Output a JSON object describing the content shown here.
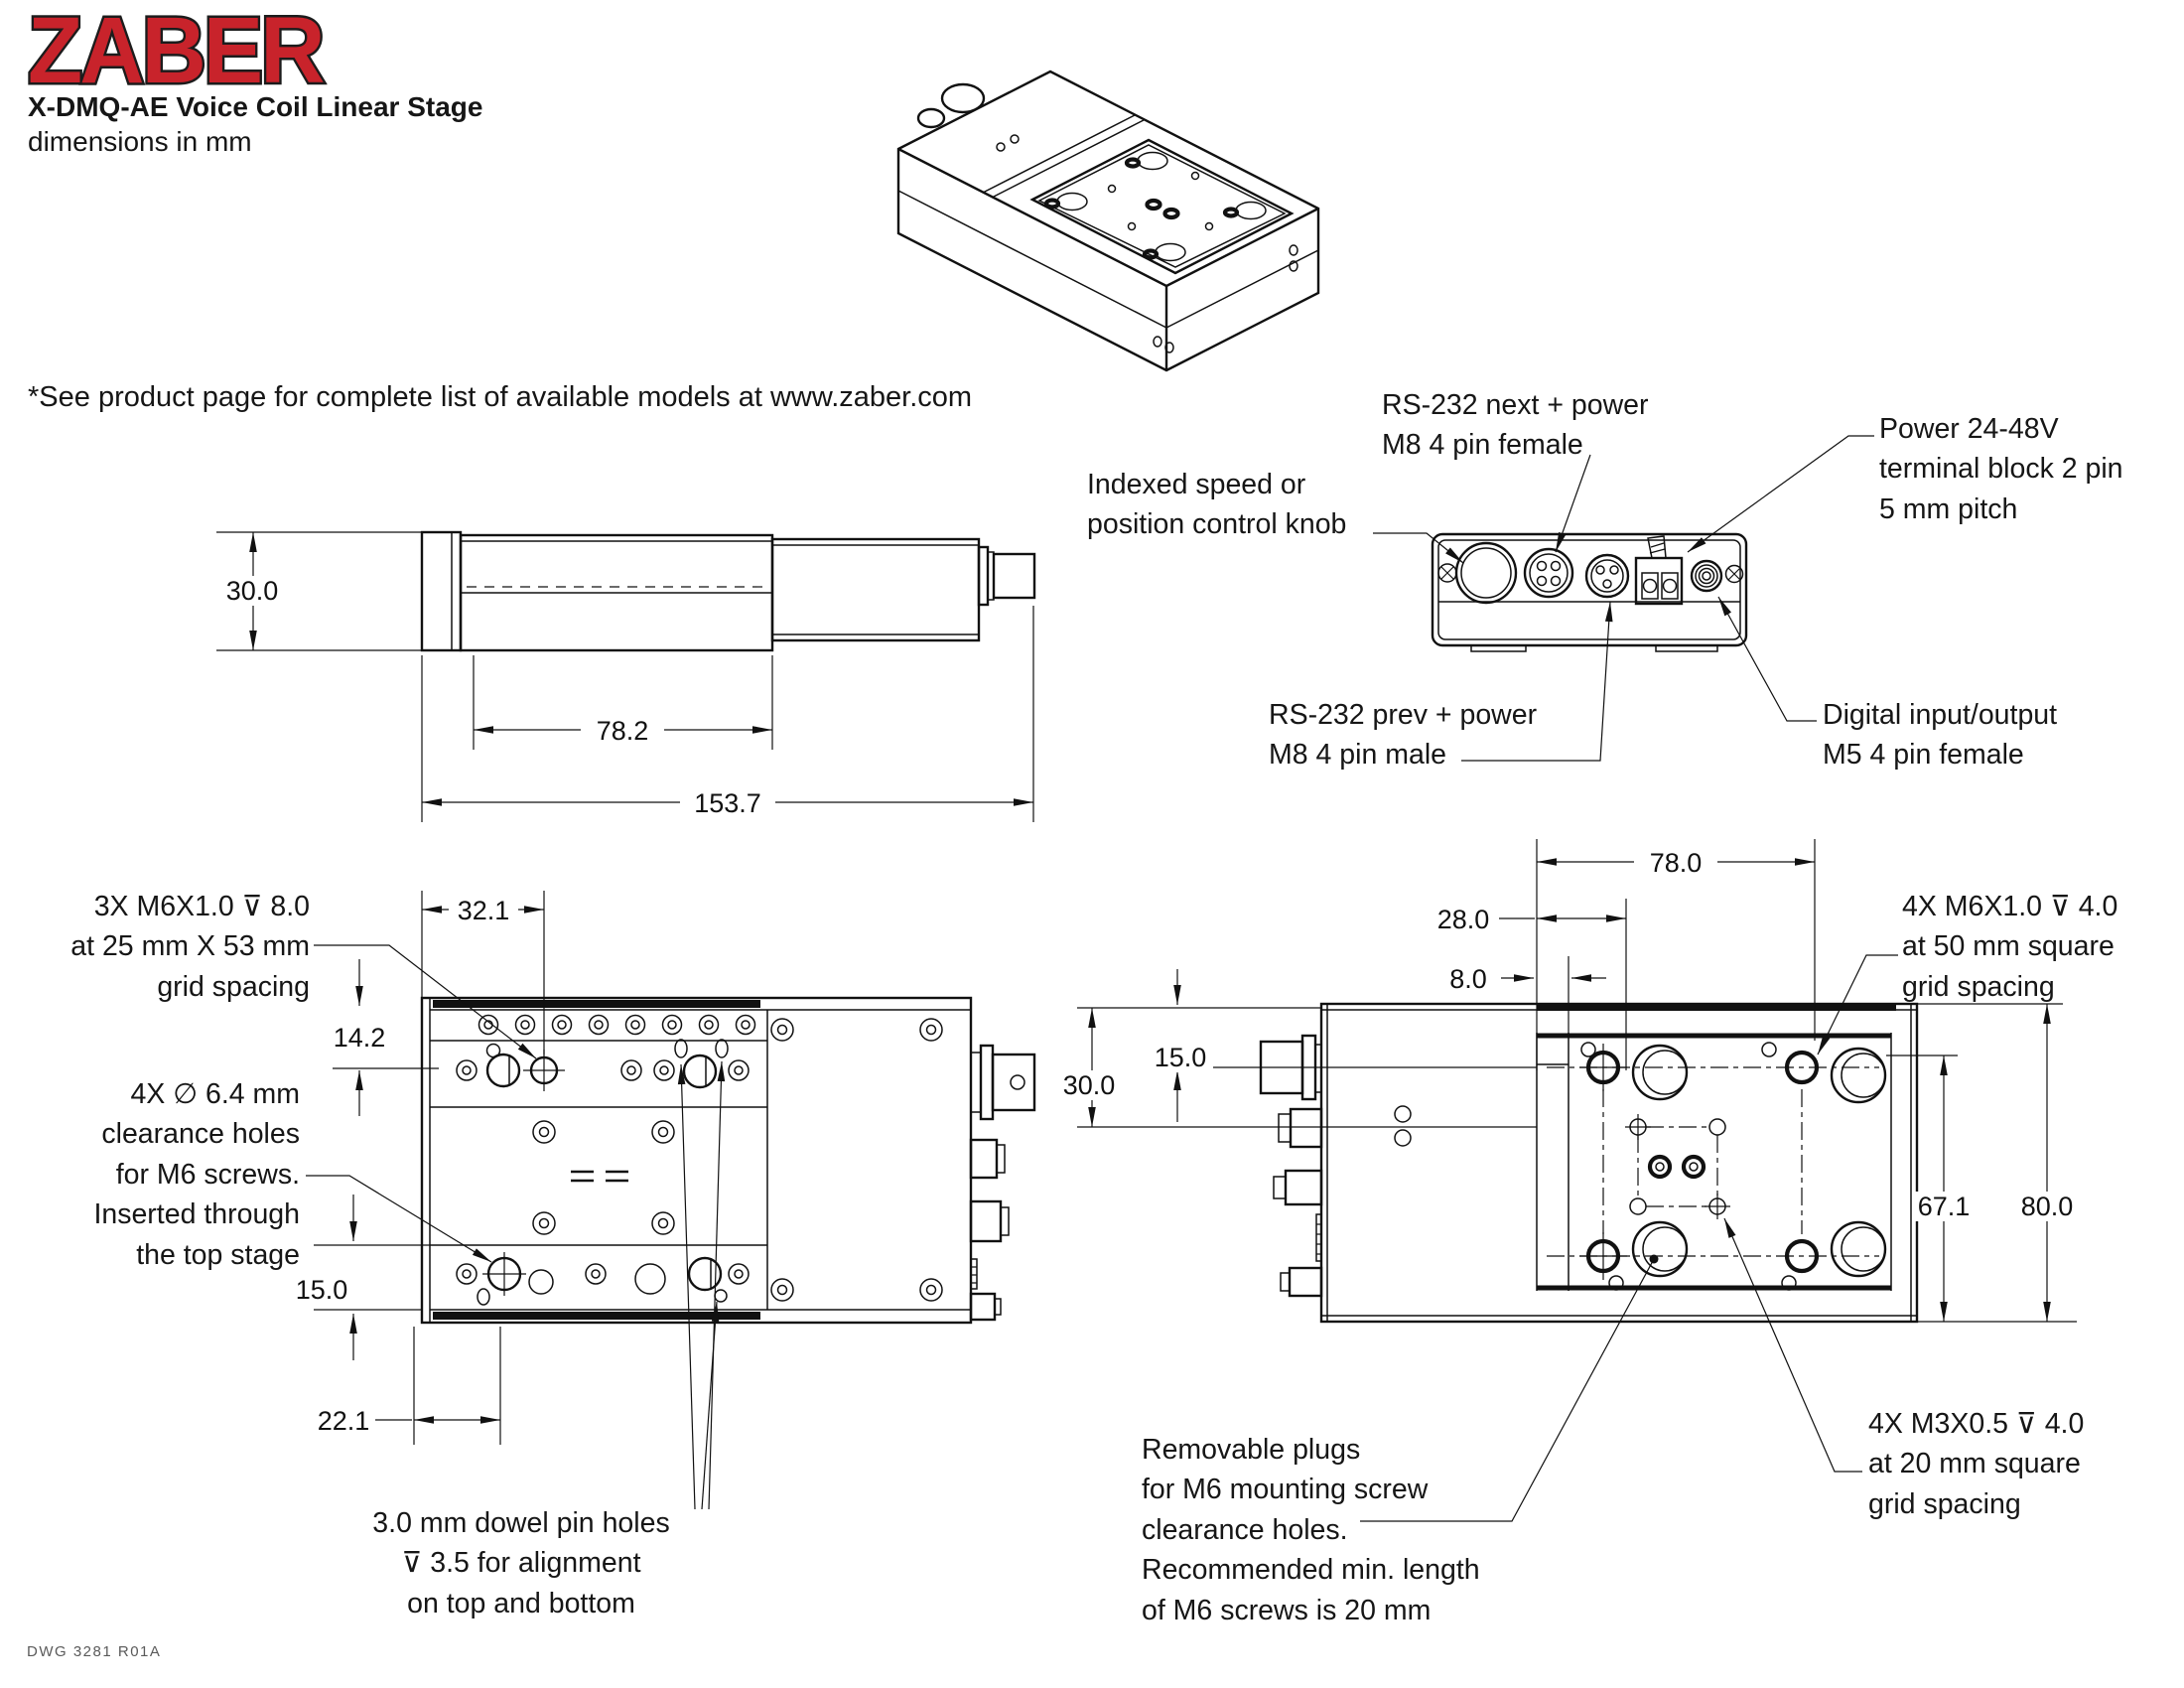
{
  "header": {
    "logo": "ZABER",
    "title": "X-DMQ-AE Voice Coil Linear Stage",
    "subtitle": "dimensions in mm"
  },
  "note": "*See product page for complete list of available models at www.zaber.com",
  "drawing_number": "DWG 3281 R01A",
  "colors": {
    "logo_red": "#c8232b",
    "line_black": "#111111"
  },
  "connector_panel": {
    "knob_label": [
      "Indexed speed or",
      "position control knob"
    ],
    "rs232_next_label": [
      "RS-232 next + power",
      "M8 4 pin female"
    ],
    "power_label": [
      "Power 24-48V",
      "terminal block 2 pin",
      "5 mm pitch"
    ],
    "rs232_prev_label": [
      "RS-232 prev + power",
      "M8 4 pin male"
    ],
    "digital_io_label": [
      "Digital input/output",
      "M5 4 pin female"
    ]
  },
  "side_view": {
    "height": "30.0",
    "carriage": "78.2",
    "overall": "153.7"
  },
  "top_view": {
    "m6_callout": [
      "3X M6X1.0 ⊽ 8.0",
      "at 25 mm X 53 mm",
      "grid spacing"
    ],
    "clearance_callout": [
      "4X ∅ 6.4 mm",
      "clearance holes",
      "for M6 screws.",
      "Inserted through",
      "the top stage"
    ],
    "dowel_callout": [
      "3.0 mm dowel pin holes",
      "⊽ 3.5 for alignment",
      "on top and bottom"
    ],
    "dims": {
      "offset_x": "32.1",
      "top_band": "14.2",
      "bottom_band": "15.0",
      "hole_offset": "22.1"
    }
  },
  "bottom_view": {
    "m6_callout": [
      "4X M6X1.0 ⊽ 4.0",
      "at 50 mm square",
      "grid spacing"
    ],
    "m3_callout": [
      "4X M3X0.5 ⊽ 4.0",
      "at 20 mm square",
      "grid spacing"
    ],
    "plugs_callout": [
      "Removable plugs",
      "for M6 mounting screw",
      "clearance holes.",
      "Recommended min. length",
      "of M6 screws is 20 mm"
    ],
    "dims": {
      "plate_width": "78.0",
      "hole_offset_x": "28.0",
      "edge_offset": "8.0",
      "center_offset": "15.0",
      "body_width": "30.0",
      "inner_height": "67.1",
      "body_height": "80.0"
    }
  }
}
